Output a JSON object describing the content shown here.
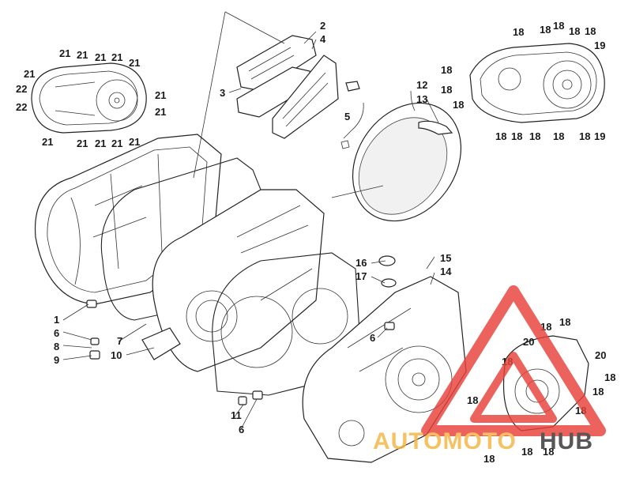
{
  "callouts": {
    "n1": "1",
    "n2": "2",
    "n3": "3",
    "n4": "4",
    "n5": "5",
    "n6a": "6",
    "n6b": "6",
    "n6c": "6",
    "n7": "7",
    "n8": "8",
    "n9": "9",
    "n10": "10",
    "n11": "11",
    "n12": "12",
    "n13": "13",
    "n14": "14",
    "n15": "15",
    "n16": "16",
    "n17": "17",
    "n18": "18",
    "n19": "19",
    "n20": "20",
    "n21": "21",
    "n22": "22"
  },
  "watermark": {
    "brand_left": "AUTOMOTO",
    "brand_right": "HUB",
    "color_primary": "#e8403a",
    "color_secondary": "#f5b441",
    "color_dark": "#333333"
  }
}
